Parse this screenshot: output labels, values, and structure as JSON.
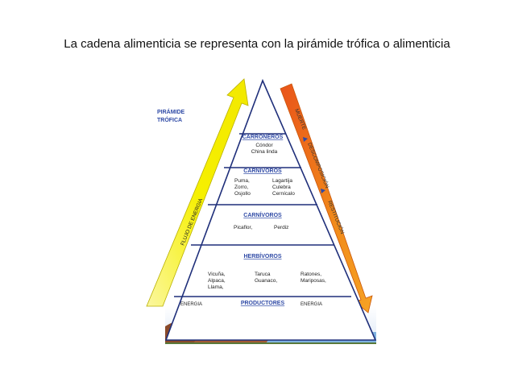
{
  "slide": {
    "title": "La cadena alimenticia se representa con la pirámide trófica o alimenticia"
  },
  "diagram": {
    "side_title_line1": "PIRÁMIDE",
    "side_title_line2": "TRÓFICA",
    "energy_flow_label": "FLUJO DE ENERGIA",
    "return_labels": {
      "first": "MUERTE",
      "second": "DESCOMPOSICIÓN",
      "third": "RESTITUCIÓN"
    },
    "levels": {
      "scavengers": {
        "title": "CARROÑEROS",
        "species": [
          "Cóndor",
          "China linda"
        ]
      },
      "carnivores_2": {
        "title": "CARNÍVOROS",
        "col1": [
          "Puma,",
          "Zorro,",
          "Osjollo"
        ],
        "col2": [
          "Lagartija",
          "Culebra",
          "Cernícalo"
        ]
      },
      "carnivores_1": {
        "title": "CARNÍVOROS",
        "col1": [
          "Picaflor,"
        ],
        "col2": [
          "Perdiz"
        ]
      },
      "herbivores": {
        "title": "HERBÍVOROS",
        "col1": [
          "Vicuña,",
          "Alpaca,",
          "Llama,"
        ],
        "col2": [
          "Taruca",
          "Guanaco,"
        ],
        "col3": [
          "Ratones,",
          "Mariposas,"
        ]
      },
      "producers": {
        "title": "PRODUCTORES",
        "energy_left": "ENERGIA",
        "energy_right": "ENERGIA"
      }
    },
    "colors": {
      "title_blue": "#2f4aa6",
      "energy_arrow": "#f5f000",
      "return_arrow": "#f07a14",
      "sky": "#dfe9f7",
      "water": "#7fb3e0",
      "hill": "#8a4a2a"
    }
  }
}
